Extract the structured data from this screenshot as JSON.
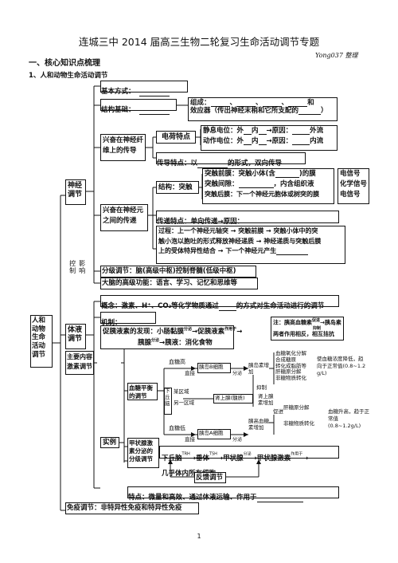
{
  "header": {
    "title": "连城三中 2014 届高三生物二轮复习生命活动调节专题",
    "signature": "Yong037 整理",
    "section": "一、核心知识点梳理",
    "subsection": "1、人和动物生命活动调节",
    "page_number": "1"
  },
  "root": {
    "label": "人和动物生命活动调节"
  },
  "neural": {
    "label": "神经调节",
    "basic_mode": "基本方式：",
    "structure": "结构基础：",
    "structure_comp_1": "组成：",
    "structure_comp_seps": [
      "、",
      "、",
      "、",
      "和"
    ],
    "structure_comp_2": "效应器（传出神经末梢和它所支配的",
    "structure_comp_3": "）",
    "fiber_label": "兴奋在神经纤维上的传导",
    "electric_label": "电荷特点",
    "resting": "静息电位：外",
    "resting_in": "内",
    "resting_reason": "原因：",
    "resting_flow": "外流",
    "action": "动作电位：外",
    "action_in": "内",
    "action_reason": "原因：",
    "action_flow": "内流",
    "outside": "外",
    "conduction_1": "传导特点：以",
    "conduction_2": "的形式，双向传导",
    "cell_label": "兴奋在神经元之间的传递",
    "struct_synapse": "结构：突触",
    "pre": "突触前膜：突触小体(含",
    "pre_end": ")的膜",
    "cleft": "突触间隙：",
    "cleft_end": "，内含组织液",
    "post": "突触后膜：下一个神经元胞体或树突的膜",
    "signal_1": "电信号",
    "signal_2": "化学信号",
    "signal_3": "电信号",
    "transfer": "传递特点：单向传递→原因：",
    "process_1": "过程：上一个神经元轴突 → 突触前膜 → 突触小体中的突",
    "process_2": "触小泡以胞吐的形式释放神经递质 → 神经递质与突触后膜",
    "process_3": "上的受体特异性结合 → 下一个神经元产生",
    "grading": "分级调节：脑(高级中枢)控制脊髓(低级中枢)",
    "higher": "大脑的高级功能：语言、学习、记忆和思维等",
    "control": "控制",
    "affect": "影响"
  },
  "humoral": {
    "label": "体液调节",
    "concept": "概念：激素、H⁺、CO₂等化学物质通过",
    "concept_end": "的方式对生命活动进行的调节",
    "mechanism": "机制：",
    "main_content": "主要内容激素调节",
    "secretin_1": "促胰液素的发现：小肠黏膜",
    "secretin_arrow": "分泌",
    "secretin_2": "促胰液素",
    "secretin_arrow2": "作用于",
    "secretin_3": "胰腺",
    "secretin_arrow3": "分泌",
    "secretin_4": "胰液：消化食物",
    "rel_1": "注：胰高血糖素",
    "rel_promote": "促进",
    "rel_2": "胰岛素",
    "rel_inhibit": "抑制",
    "rel_3": "两者作用相反，相互拮抗",
    "example": "实例",
    "glucose_label": "血糖平衡的调节",
    "high_glucose": "血糖高",
    "low_glucose": "血糖低",
    "direct": "直接",
    "b_cell": "胰岛B细胞",
    "a_cell": "胰岛A细胞",
    "secrete": "分泌",
    "insulin_up": "胰岛素增加",
    "glucagon_up": "胰高血糖素增加",
    "hypothalamus": "下丘脑",
    "region_1": "某区域",
    "region_2": "另一区域",
    "adrenal": "肾上腺(髓质)",
    "adrenaline_up": "肾上腺素增加",
    "inhibit": "抑制",
    "promote": "促进",
    "insulin_effects": [
      "血糖氧化分解",
      "合成糖原",
      "转化成脂肪等",
      "肝糖原分解",
      "非糖物质转化"
    ],
    "result_low": "使血糖浓度降低，趋向于正常值(0.8~1.2 g/L)",
    "glucagon_effects": [
      "肝糖原分解",
      "非糖物质转化"
    ],
    "result_high": "血糖升高，趋于正常值(0.8~1.2g/L)",
    "thyroid_label": "甲状腺激素分泌的分级调节",
    "thy_1": "下丘脑",
    "trh": "TRH",
    "thy_2": "垂体",
    "tsh": "TSH",
    "thy_3": "甲状腺",
    "thy_arrow": "分泌",
    "thy_4": "甲状腺激素",
    "thy_arrow2": "作用于",
    "thy_5": "几乎体内所有细胞",
    "feedback": "反馈调节",
    "features": "特点：微量和高效、通过体液运输、作用于"
  },
  "immune": "免疫调节：非特异性免疫和特异性免疫"
}
